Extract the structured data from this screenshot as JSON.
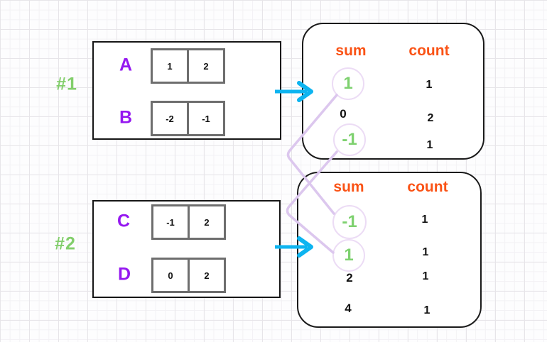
{
  "examples": [
    {
      "id": "#1",
      "arrays": [
        {
          "name": "A",
          "cells": [
            "1",
            "2"
          ]
        },
        {
          "name": "B",
          "cells": [
            "-2",
            "-1"
          ]
        }
      ],
      "table": {
        "sum_header": "sum",
        "count_header": "count",
        "rows": [
          {
            "sum": "1",
            "count": "1",
            "highlight": true
          },
          {
            "sum": "0",
            "count": "2",
            "highlight": false
          },
          {
            "sum": "-1",
            "count": "1",
            "highlight": true
          }
        ]
      }
    },
    {
      "id": "#2",
      "arrays": [
        {
          "name": "C",
          "cells": [
            "-1",
            "2"
          ]
        },
        {
          "name": "D",
          "cells": [
            "0",
            "2"
          ]
        }
      ],
      "table": {
        "sum_header": "sum",
        "count_header": "count",
        "rows": [
          {
            "sum": "-1",
            "count": "1",
            "highlight": true
          },
          {
            "sum": "1",
            "count": "1",
            "highlight": true
          },
          {
            "sum": "2",
            "count": "1",
            "highlight": false
          },
          {
            "sum": "4",
            "count": "1",
            "highlight": false
          }
        ]
      }
    }
  ],
  "connections": [
    {
      "from": "example-1 sum 1",
      "to": "example-2 sum -1"
    },
    {
      "from": "example-1 sum -1",
      "to": "example-2 sum 1"
    }
  ],
  "colors": {
    "example_label_green": "#82ce6b",
    "array_name_purple": "#9518f0",
    "header_orange": "#fa5316",
    "arrow_cyan": "#0db4f0",
    "connector_lavender": "#dcc7ee",
    "highlight_circle_stroke": "#ecdcf5",
    "highlight_value_green": "#7ed16f"
  }
}
